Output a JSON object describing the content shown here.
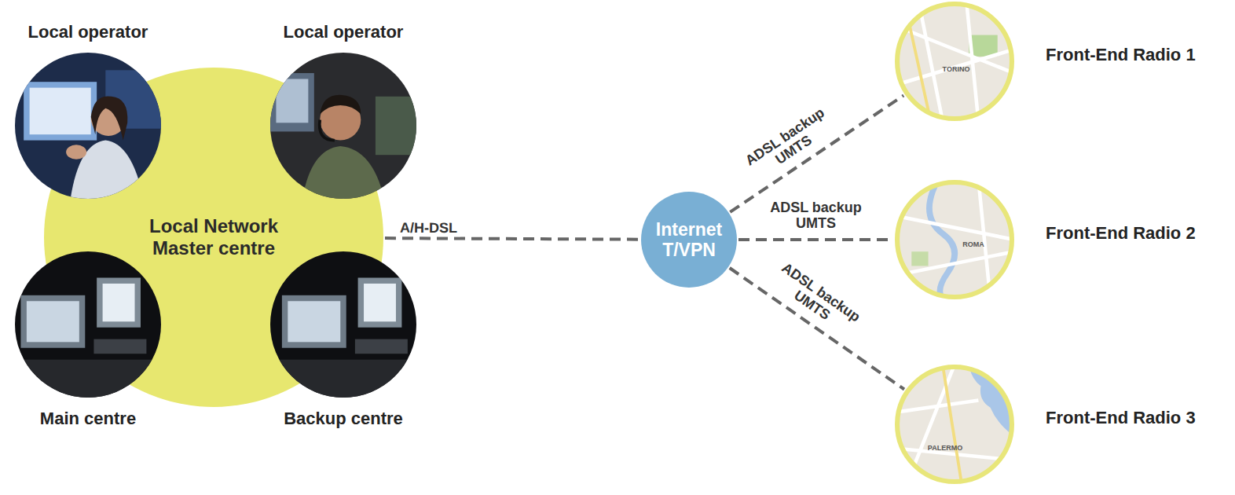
{
  "diagram": {
    "nodes": [
      {
        "text": [
          "Local Network Master centre"
        ]
      },
      {
        "text": [
          "Local operator"
        ]
      },
      {
        "text": [
          "Local operator"
        ]
      },
      {
        "text": [
          "Main centre"
        ]
      },
      {
        "text": [
          "Backup centre"
        ]
      },
      {
        "text": [
          "Internet T/VPN"
        ]
      },
      {
        "text": [
          "TORINO",
          "Front-End Radio 1"
        ]
      },
      {
        "text": [
          "ROMA",
          "Front-End Radio 2"
        ]
      },
      {
        "text": [
          "PALERMO",
          "Front-End Radio 3"
        ]
      }
    ],
    "edges": [
      {
        "from": 0,
        "to": 5,
        "label": "A/H-DSL",
        "arrow": "none"
      },
      {
        "from": 5,
        "to": 6,
        "label": "ADSL backup UMTS",
        "arrow": "none"
      },
      {
        "from": 5,
        "to": 7,
        "label": "ADSL backup UMTS",
        "arrow": "none"
      },
      {
        "from": 5,
        "to": 8,
        "label": "ADSL backup UMTS",
        "arrow": "none"
      }
    ]
  }
}
